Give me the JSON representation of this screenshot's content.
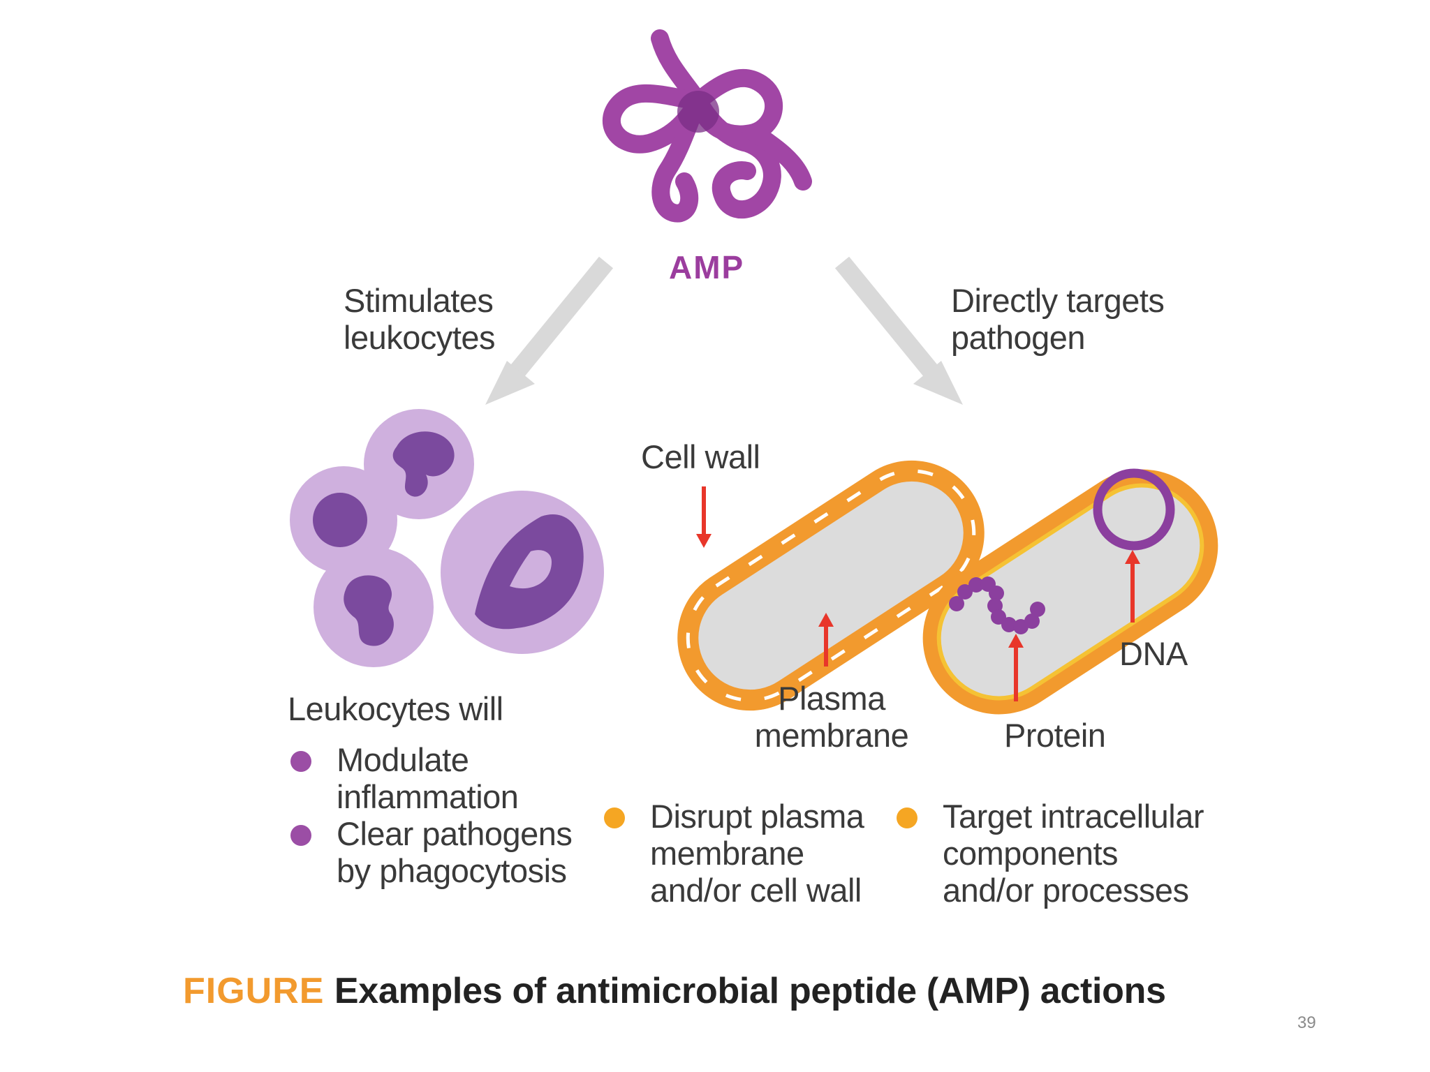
{
  "amp_label": "AMP",
  "left_branch_label": [
    "Stimulates",
    "leukocytes"
  ],
  "right_branch_label": [
    "Directly targets",
    "pathogen"
  ],
  "callouts": {
    "cell_wall": "Cell wall",
    "plasma_membrane": [
      "Plasma",
      "membrane"
    ],
    "protein": "Protein",
    "dna": "DNA"
  },
  "leukocyte_heading": "Leukocytes will",
  "leukocyte_actions": [
    [
      "Modulate",
      "inflammation"
    ],
    [
      "Clear pathogens",
      "by phagocytosis"
    ]
  ],
  "pathogen_actions": [
    [
      "Disrupt plasma",
      "membrane",
      "and/or cell wall"
    ],
    [
      "Target intracellular",
      "components",
      "and/or processes"
    ]
  ],
  "caption": {
    "prefix": "FIGURE",
    "text": "Examples of antimicrobial peptide (AMP) actions"
  },
  "page_number": "39",
  "colors": {
    "amp_purple": "#a146a5",
    "leukocyte_light": "#c9a3d6",
    "leukocyte_nucleus": "#7b4a9e",
    "bullet_purple": "#9b4ea5",
    "bullet_orange": "#f5a623",
    "pathogen_wall": "#f29a2e",
    "pathogen_fill": "#dcdcdc",
    "callout_arrow": "#e8362a",
    "flow_arrow": "#d9d9d9",
    "caption_prefix": "#f29a2e"
  }
}
